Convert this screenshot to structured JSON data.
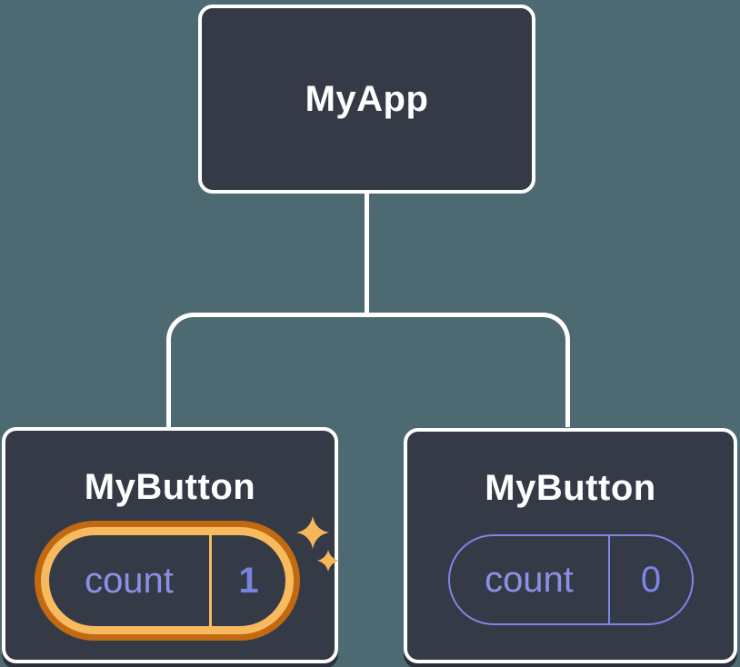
{
  "diagram": {
    "kind": "react-component-tree",
    "root": {
      "label": "MyApp"
    },
    "children": [
      {
        "label": "MyButton",
        "highlighted": true,
        "state": {
          "name": "count",
          "value": "1"
        }
      },
      {
        "label": "MyButton",
        "highlighted": false,
        "state": {
          "name": "count",
          "value": "0"
        }
      }
    ],
    "icons": [
      {
        "name": "sparkle-icon",
        "meaning": "state-just-updated",
        "glyph": "✦"
      }
    ],
    "colors": {
      "background": "#4d6a73",
      "node_fill": "#343a46",
      "node_border": "#ffffff",
      "connector": "#ffffff",
      "node_shadow": "#2b303b",
      "state_label": "#8b90e4",
      "state_value_highlight": "#7b82dd",
      "pill_outline_plain": "#7e85e8",
      "highlight_ring_outer": "#c16a12",
      "highlight_ring_inner": "#f8ba5f",
      "sparkle": "#f6b75c"
    }
  }
}
